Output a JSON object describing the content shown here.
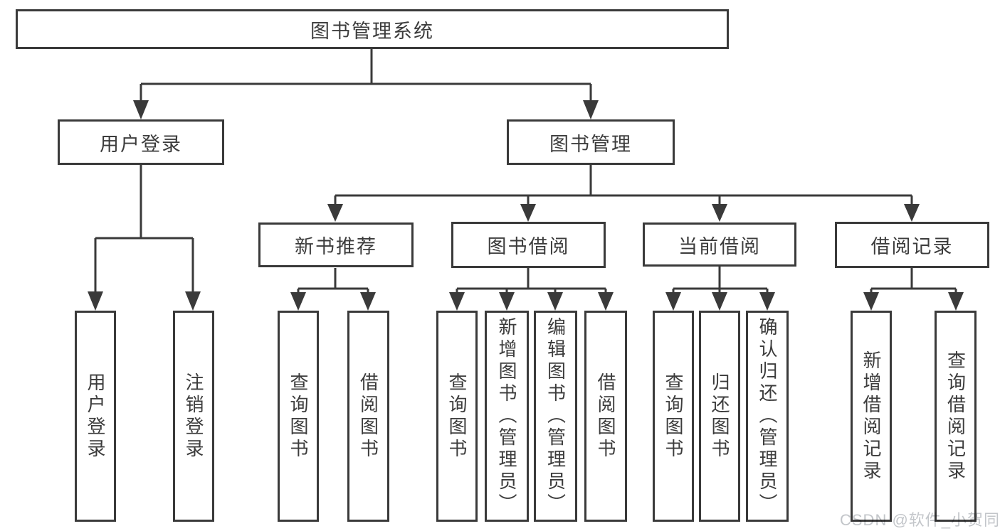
{
  "nodes": {
    "root": "图书管理系统",
    "level2": [
      "用户登录",
      "图书管理"
    ],
    "level3": [
      "新书推荐",
      "图书借阅",
      "当前借阅",
      "借阅记录"
    ],
    "leaves": {
      "login": [
        "用户登录",
        "注销登录"
      ],
      "recommend": [
        "查询图书",
        "借阅图书"
      ],
      "borrow": [
        "查询图书",
        "新增图书（管理员）",
        "编辑图书（管理员）",
        "借阅图书"
      ],
      "current": [
        "查询图书",
        "归还图书",
        "确认归还（管理员）"
      ],
      "records": [
        "新增借阅记录",
        "查询借阅记录"
      ]
    }
  },
  "colors": {
    "line": "#3a3a3a",
    "text": "#3c3c3c",
    "box_fill": "#ffffff",
    "background": "#ffffff",
    "watermark": "#c3c6ca"
  },
  "watermark": "CSDN @软件_小贺同学"
}
